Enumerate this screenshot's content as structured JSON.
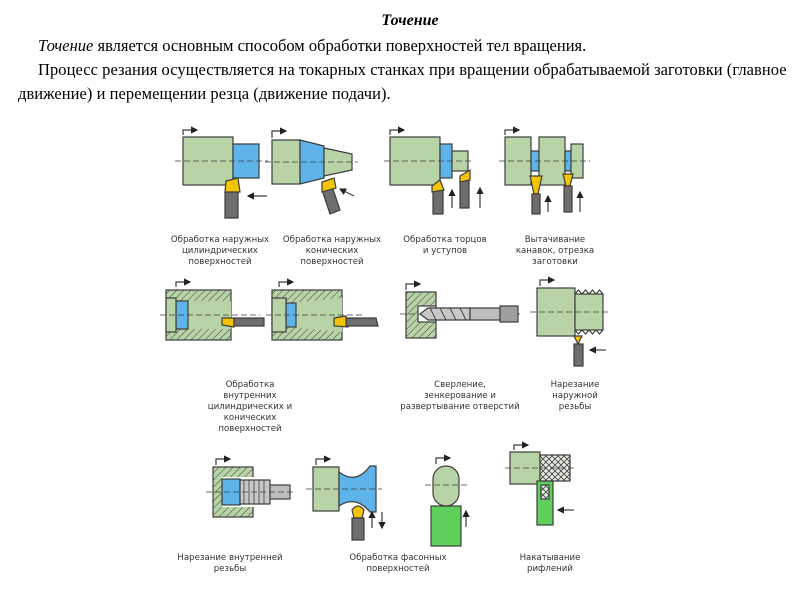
{
  "heading": "Точение",
  "paragraph1": {
    "term": "Точение",
    "rest": " является основным способом обработки поверхностей тел вращения."
  },
  "paragraph2": "Процесс резания осуществляется на токарных станках при вращении обрабатываемой заготовки (главное движение) и перемещении резца (движение подачи).",
  "captions": {
    "ext_cyl": "Обработка наружных\nцилиндрических\nповерхностей",
    "ext_con": "Обработка наружных\nконических\nповерхностей",
    "faces": "Обработка торцов\nи уступов",
    "grooves": "Вытачивание\nканавок, отрезка\nзаготовки",
    "internal": "Обработка\nвнутренних\nцилиндрических и\nконических\nповерхностей",
    "drilling": "Сверление,\nзенкерование и\nразвертывание отверстий",
    "ext_thread": "Нарезание\nнаружной\nрезьбы",
    "int_thread": "Нарезание внутренней\nрезьбы",
    "shaped": "Обработка фасонных\nповерхностей",
    "knurling": "Накатывание\nрифлений"
  },
  "colors": {
    "workpiece": "#b8d4a6",
    "machined_surface": "#5eb4e8",
    "insert": "#f5c400",
    "tool": "#6e6e6e",
    "outline": "#3d3d3d"
  }
}
